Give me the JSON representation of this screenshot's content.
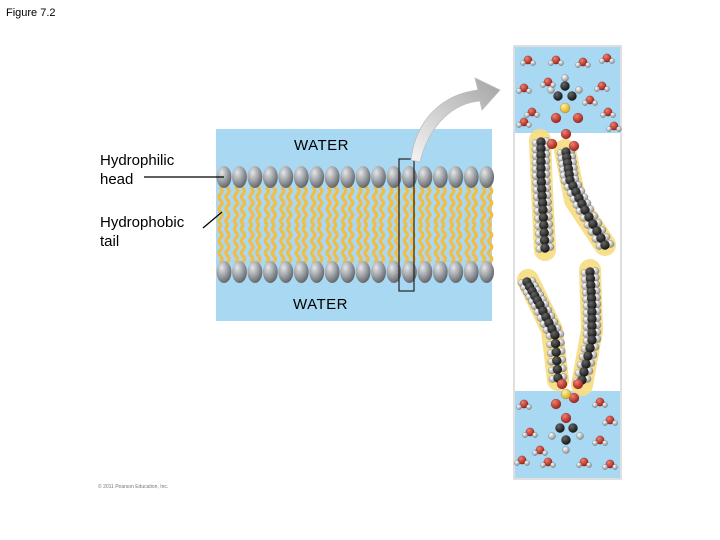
{
  "figure": {
    "title": "Figure 7.2",
    "copyright": "© 2011 Pearson Education, Inc."
  },
  "labels": {
    "hydrophilic_line1": "Hydrophilic",
    "hydrophilic_line2": "head",
    "hydrophobic_line1": "Hydrophobic",
    "hydrophobic_line2": "tail",
    "water_top": "WATER",
    "water_bottom": "WATER"
  },
  "colors": {
    "water": "#a9d9f2",
    "head": "#9a9ea2",
    "tail": "#f2bc45",
    "tail_highlight": "#f7dd85",
    "oxygen": "#cc2b22",
    "carbon": "#222222",
    "hydrogen": "#c8c8c8",
    "phosphorus": "#f2cc3a"
  },
  "icons": [
    "curved-arrow-icon",
    "phospholipid-molecule-icon"
  ]
}
